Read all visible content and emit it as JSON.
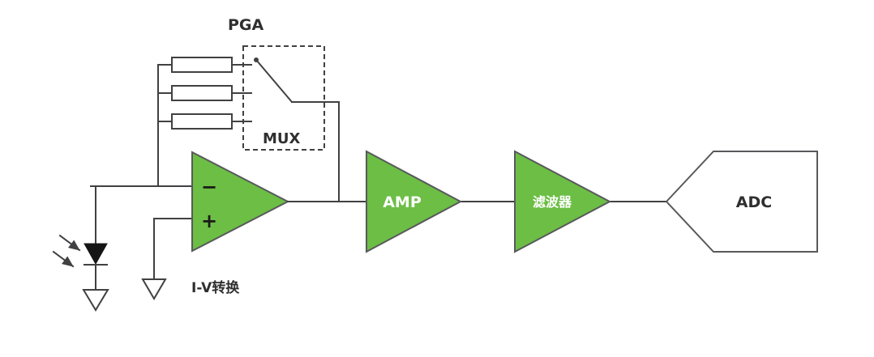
{
  "labels": {
    "pga": "PGA",
    "mux": "MUX",
    "iv_converter": "I-V转换",
    "amp": "AMP",
    "filter": "滤波器",
    "adc": "ADC",
    "opamp_minus": "−",
    "opamp_plus": "+"
  },
  "colors": {
    "block_fill": "#6CBE45",
    "block_stroke": "#58595B",
    "wire": "#414042",
    "label_dark": "#2F2F2F",
    "label_light": "#FFFFFF",
    "background": "#FFFFFF"
  }
}
